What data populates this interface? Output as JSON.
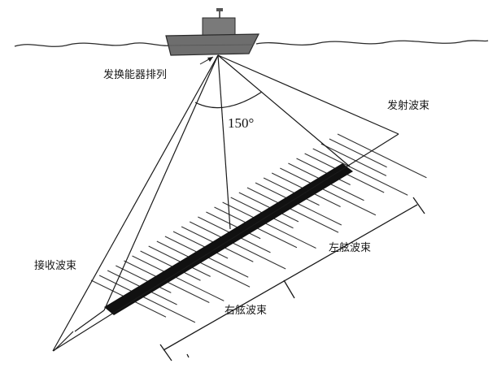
{
  "labels": {
    "transducer": "发换能器排列",
    "transmit_beam": "发射波束",
    "receive_beam": "接收波束",
    "port_beam": "左舷波束",
    "starboard_beam": "右舷波束",
    "angle": "150°"
  },
  "colors": {
    "line": "#1a1a1a",
    "ship_hull": "#6e6e6e",
    "ship_cabin": "#7a7a7a",
    "stripe": "#111111"
  }
}
